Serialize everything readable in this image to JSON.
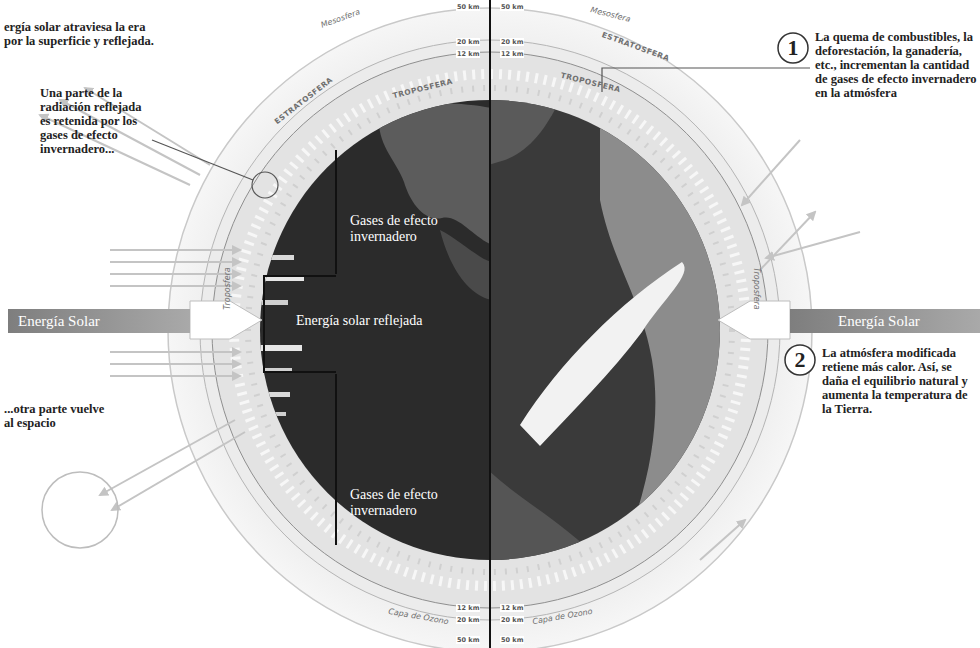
{
  "diagram": {
    "nodes": [
      {
        "text": [
          "Energía Solar"
        ]
      },
      {
        "text": [
          "Energía Solar"
        ]
      }
    ],
    "labels": [
      "ergía solar atraviesa la era por la superficie y reflejada.",
      "Una parte de la radiación reflejada es retenida por los gases de efecto invernadero...",
      "...otra parte vuelve al espacio",
      "Gases de efecto invernadero",
      "Energía solar reflejada",
      "Gases de efecto invernadero",
      "1",
      "La quema de combustibles, la deforestación, la ganadería, etc., incrementan la cantidad de gases de efecto invernadero en la atmósfera",
      "2",
      "La atmósfera modificada retiene más calor. Así, se daña el equilibrio natural y aumenta la temperatura de la Tierra.",
      "Mesosfera",
      "ESTRATOSFERA",
      "TROPOSFERA",
      "Troposfera",
      "Capa de Ozono",
      "Mesosfera",
      "ESTRATOSFERA",
      "TROPOSFERA",
      "Troposfera",
      "Capa de Ozono",
      "50 km",
      "20 km",
      "12 km",
      "12 km",
      "20 km",
      "50 km",
      "50 km",
      "20 km",
      "12 km",
      "12 km",
      "20 km",
      "50 km"
    ]
  }
}
